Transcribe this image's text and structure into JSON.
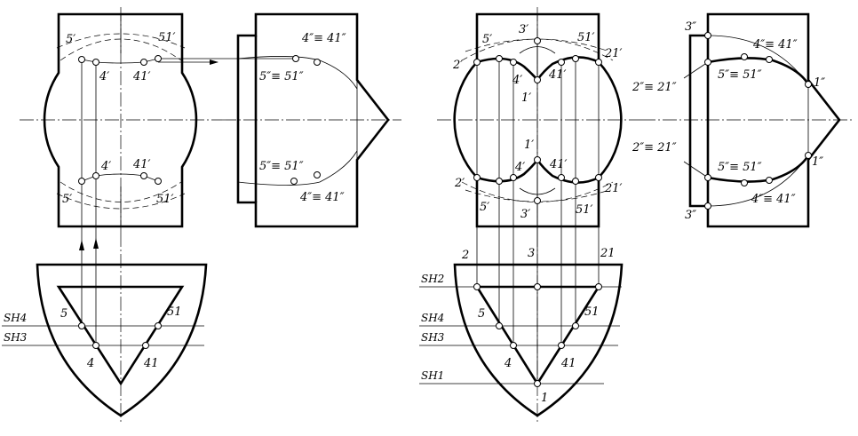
{
  "labels": {
    "front_left": {
      "p5_top": "5′",
      "p51_top": "51′",
      "p4_top": "4′",
      "p41_top": "41′",
      "p4_bot": "4′",
      "p41_bot": "41′",
      "p5_bot": "5′",
      "p51_bot": "51′"
    },
    "side_left": {
      "p4_top": "4″≡ 41″",
      "p5_top": "5″≡ 51″",
      "p5_bot": "5″≡ 51″",
      "p4_bot": "4″≡ 41″"
    },
    "plan_left": {
      "p5": "5",
      "p51": "51",
      "p4": "4",
      "p41": "41",
      "sh4": "SH4",
      "sh3": "SH3"
    },
    "front_right": {
      "p2_top": "2′",
      "p5_top": "5′",
      "p3_top": "3′",
      "p51_top": "51′",
      "p21_top": "21′",
      "p4_top": "4′",
      "p41_top": "41′",
      "p1_top": "1′",
      "p1_bot": "1′",
      "p4_bot": "4′",
      "p41_bot": "41′",
      "p2_bot": "2′",
      "p21_bot": "21′",
      "p5_bot": "5′",
      "p3_bot": "3′",
      "p51_bot": "51′"
    },
    "side_right": {
      "p3_top": "3″",
      "p4_top": "4″≡ 41″",
      "p2_top": "2″≡ 21″",
      "p5_top": "5″≡ 51″",
      "p1_top": "1″",
      "p2_bot": "2″≡ 21″",
      "p5_bot": "5″≡ 51″",
      "p1_bot": "1″",
      "p4_bot": "4″≡ 41″",
      "p3_bot": "3″"
    },
    "plan_right": {
      "p2": "2",
      "p3": "3",
      "p21": "21",
      "p5": "5",
      "p51": "51",
      "p4": "4",
      "p41": "41",
      "p1": "1",
      "sh2": "SH2",
      "sh4": "SH4",
      "sh3": "SH3",
      "sh1": "SH1"
    }
  }
}
